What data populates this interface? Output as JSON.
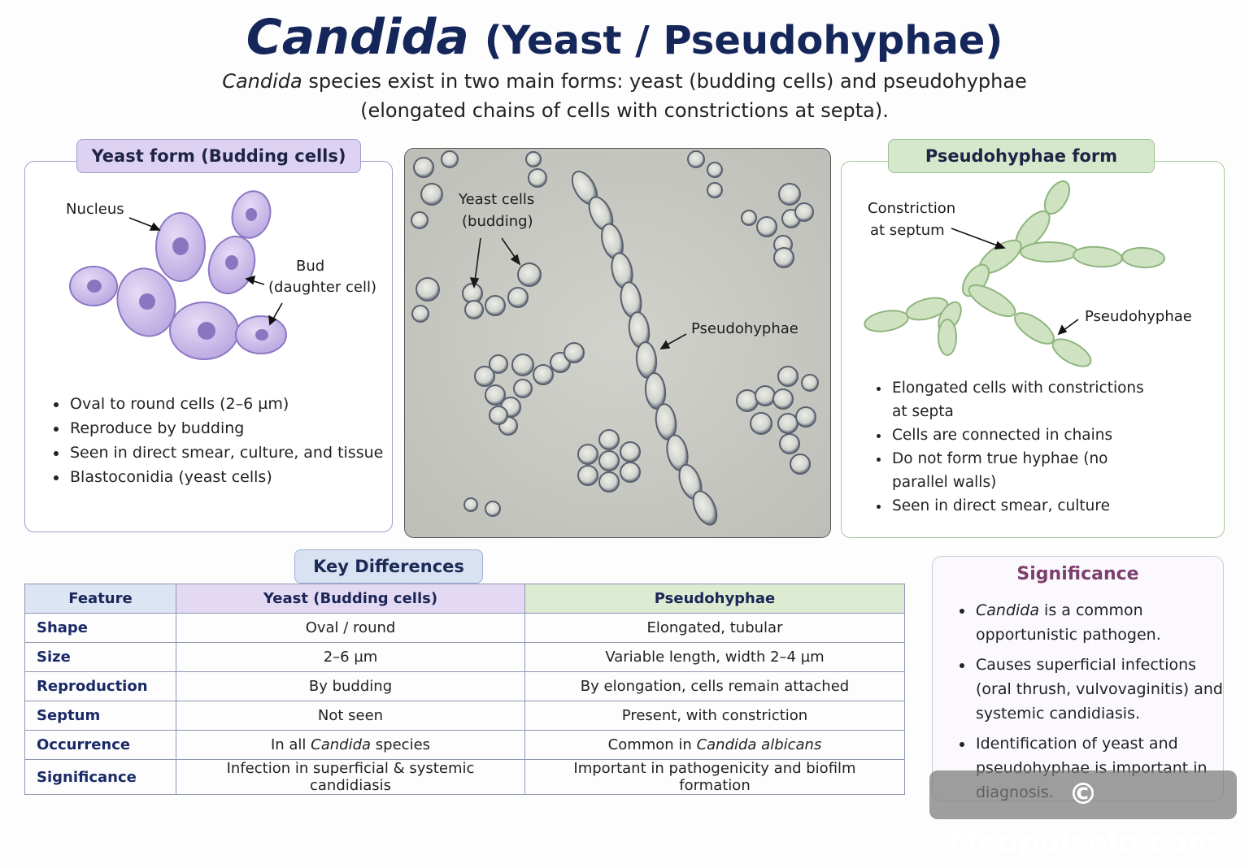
{
  "header": {
    "title_italic": "Candida",
    "title_rest": "(Yeast / Pseudohyphae)",
    "subtitle_italic": "Candida",
    "subtitle_line1": "species exist in two main forms: yeast (budding cells) and pseudohyphae",
    "subtitle_line2": "(elongated chains of cells with constrictions at septa)."
  },
  "yeast_panel": {
    "tab": "Yeast form (Budding cells)",
    "label_nucleus": "Nucleus",
    "label_bud_1": "Bud",
    "label_bud_2": "(daughter cell)",
    "bullets": [
      "Oval to round cells (2–6 µm)",
      "Reproduce by budding",
      "Seen in direct smear, culture, and tissue",
      "Blastoconidia (yeast cells)"
    ],
    "colors": {
      "cell_fill": "#c9b8e8",
      "cell_stroke": "#8d78c4",
      "nucleus": "#7f6cb8"
    }
  },
  "micrograph": {
    "label_yeast_1": "Yeast cells",
    "label_yeast_2": "(budding)",
    "label_pseudo": "Pseudohyphae"
  },
  "pseudo_panel": {
    "tab": "Pseudohyphae form",
    "label_constriction_1": "Constriction",
    "label_constriction_2": "at septum",
    "label_pseudo": "Pseudohyphae",
    "bullets": [
      "Elongated cells with constrictions at septa",
      "Cells are connected in chains",
      "Do not form true hyphae (no parallel walls)",
      "Seen in direct smear, culture"
    ],
    "colors": {
      "cell_fill": "#cfe3c2",
      "cell_stroke": "#8fb57e"
    }
  },
  "key_differences": {
    "tab": "Key Differences",
    "headers": [
      "Feature",
      "Yeast (Budding cells)",
      "Pseudohyphae"
    ],
    "rows": [
      {
        "feature": "Shape",
        "yeast": "Oval / round",
        "pseudo": "Elongated, tubular"
      },
      {
        "feature": "Size",
        "yeast": "2–6 µm",
        "pseudo": "Variable length, width 2–4 µm"
      },
      {
        "feature": "Reproduction",
        "yeast": "By budding",
        "pseudo": "By elongation, cells remain attached"
      },
      {
        "feature": "Septum",
        "yeast": "Not seen",
        "pseudo": "Present, with constriction"
      },
      {
        "feature": "Occurrence",
        "yeast_pre": "In all",
        "yeast_italic": "Candida",
        "yeast_post": "species",
        "pseudo_pre": "Common in",
        "pseudo_italic": "Candida albicans"
      },
      {
        "feature": "Significance",
        "yeast": "Infection in superficial & systemic candidiasis",
        "pseudo": "Important in pathogenicity and biofilm formation"
      }
    ]
  },
  "significance": {
    "title": "Significance",
    "item1_italic": "Candida",
    "item1_rest": "is a common opportunistic pathogen.",
    "item2": "Causes superficial infections (oral thrush, vulvovaginitis) and systemic candidiasis.",
    "item3": "Identification of yeast and pseudohyphae is important in diagnosis."
  },
  "watermark": "© Medpulselq.com"
}
